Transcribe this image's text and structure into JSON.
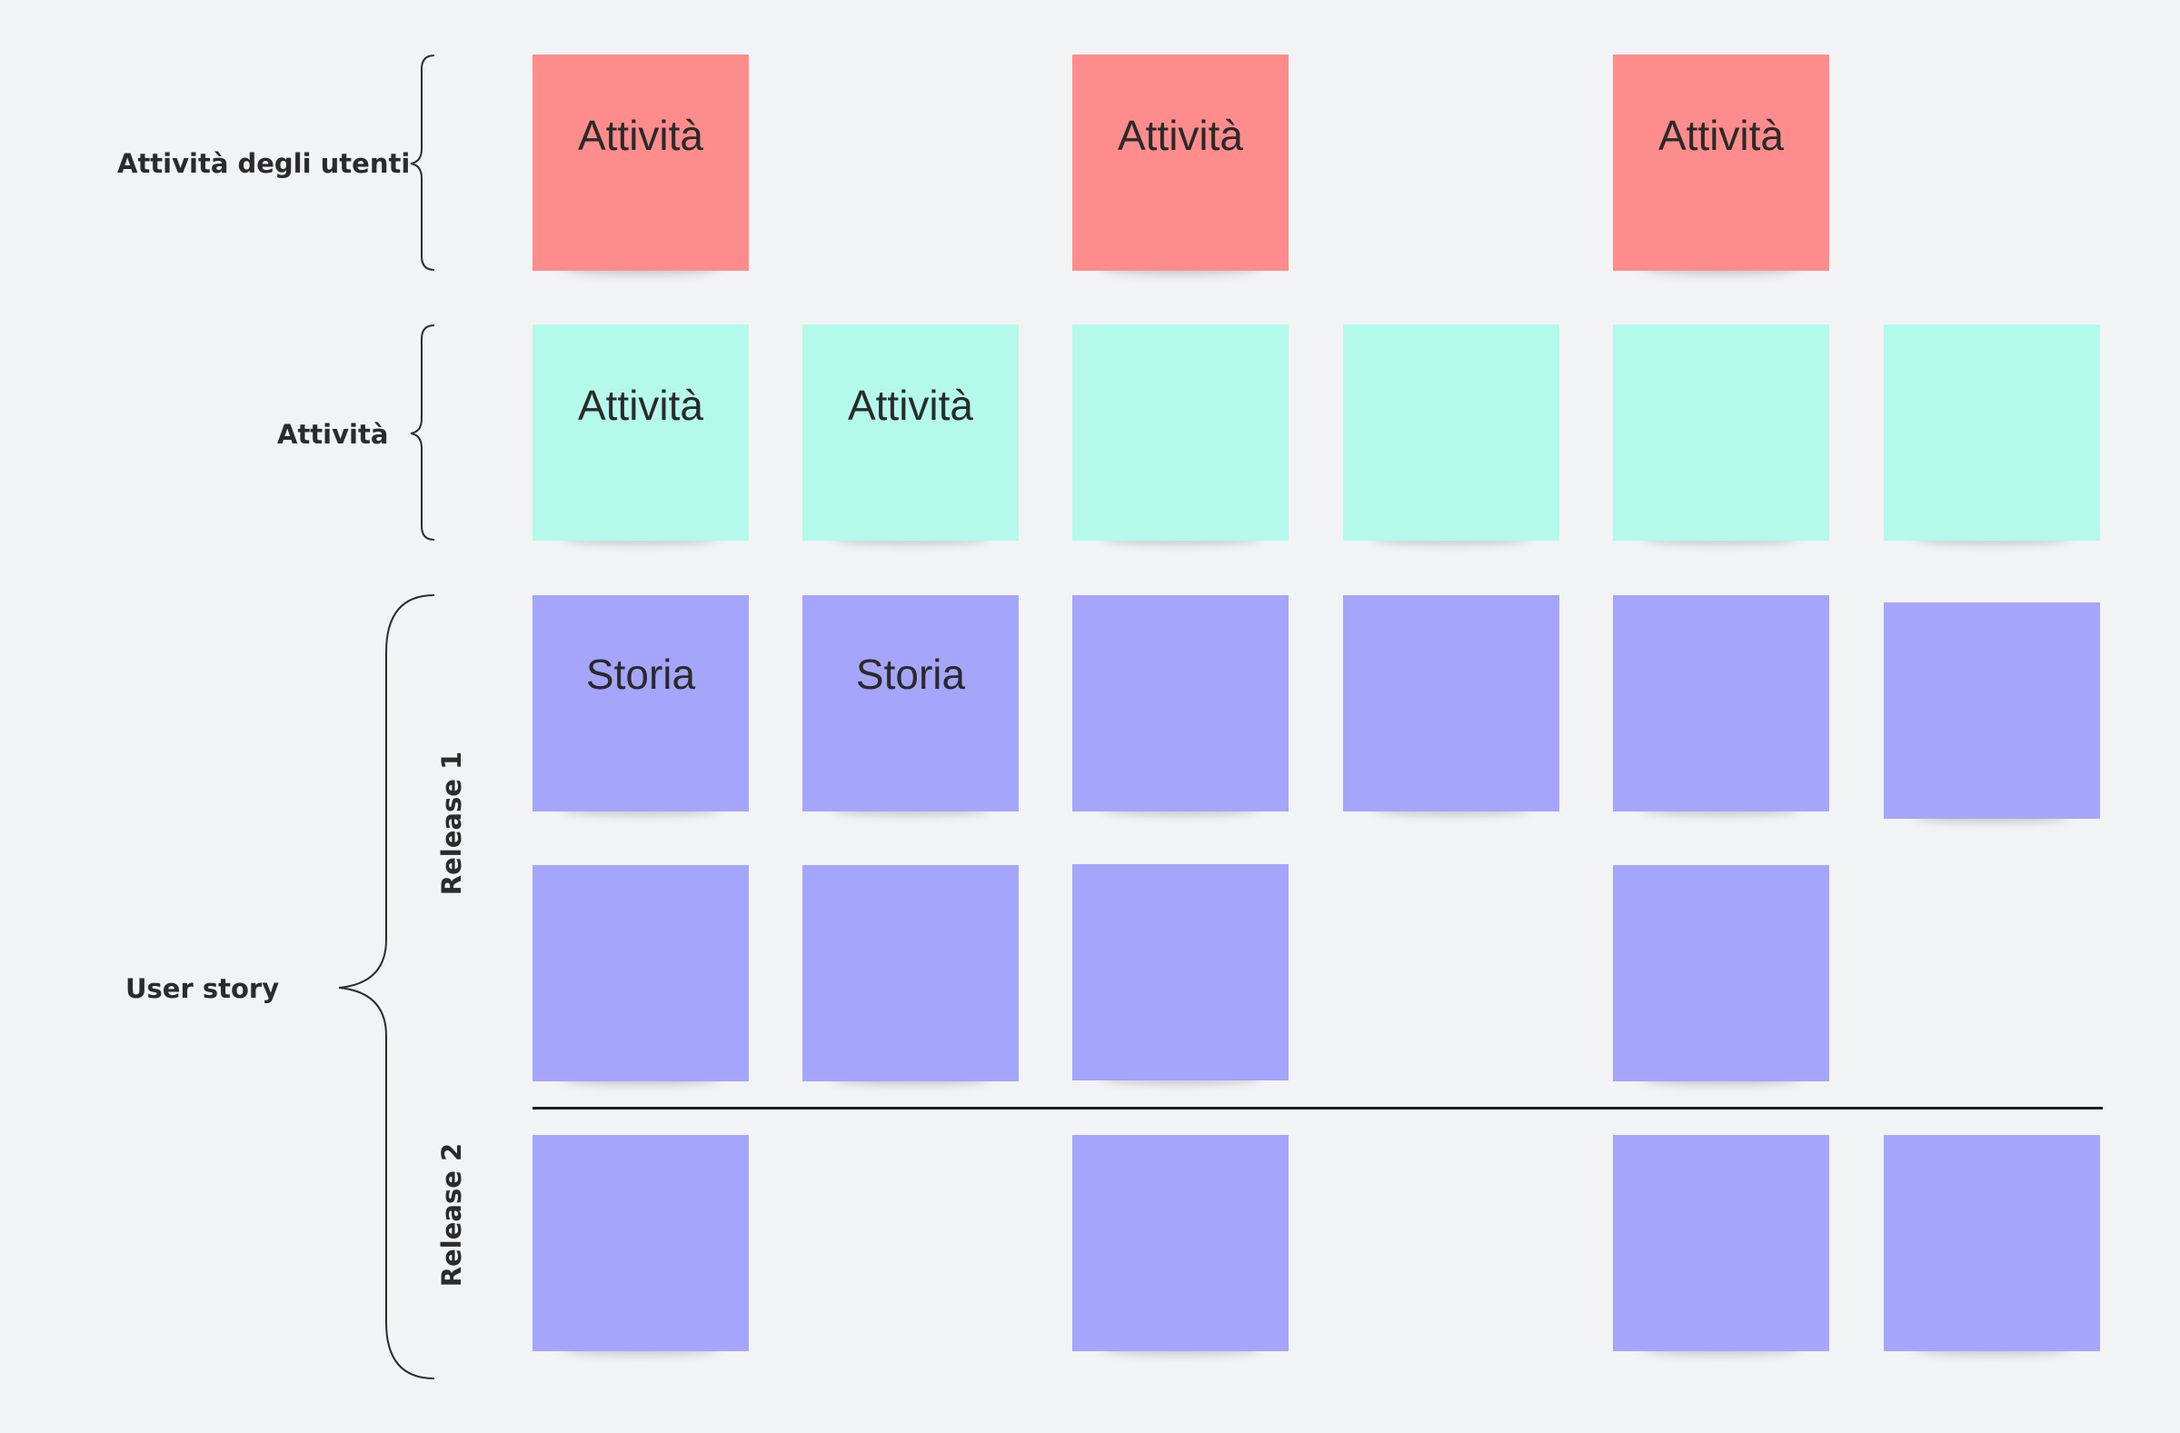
{
  "rows": {
    "user_activities_label": "Attività degli utenti",
    "activities_label": "Attività",
    "user_story_label": "User story",
    "release1_label": "Release 1",
    "release2_label": "Release 2"
  },
  "notes": {
    "activity": "Attività",
    "story": "Storia"
  },
  "colors": {
    "user_activity_note": "#ff8c8c",
    "activity_note": "#b3faea",
    "story_note": "#a5a5fc",
    "background": "#f2f3f5",
    "release_divider": "#1f1f1f"
  }
}
